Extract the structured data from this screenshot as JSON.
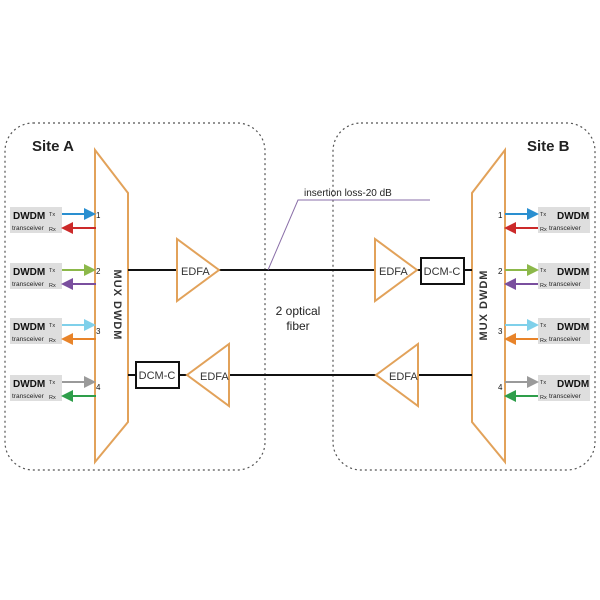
{
  "site_a": {
    "label": "Site A"
  },
  "site_b": {
    "label": "Site B"
  },
  "mux_label": "MUX DWDM",
  "amplifier_label": "EDFA",
  "dcm_label": "DCM-C",
  "insertion_loss_label": "insertion loss-20 dB",
  "fiber_label_line1": "2 optical",
  "fiber_label_line2": "fiber",
  "transceiver": {
    "title": "DWDM",
    "subtitle": "transceiver",
    "tx": "Tx",
    "rx": "Rx"
  },
  "channels": [
    {
      "number": "1",
      "tx_color": "#2a8fd0",
      "rx_color": "#cc2a2a"
    },
    {
      "number": "2",
      "tx_color": "#8cb84a",
      "rx_color": "#7a4f9e"
    },
    {
      "number": "3",
      "tx_color": "#7fd0ea",
      "rx_color": "#e8842a"
    },
    {
      "number": "4",
      "tx_color": "#9a9a9a",
      "rx_color": "#2e9e4a"
    }
  ],
  "colors": {
    "mux_border": "#e2a25a",
    "boundary": "#555555",
    "line": "#111111"
  }
}
